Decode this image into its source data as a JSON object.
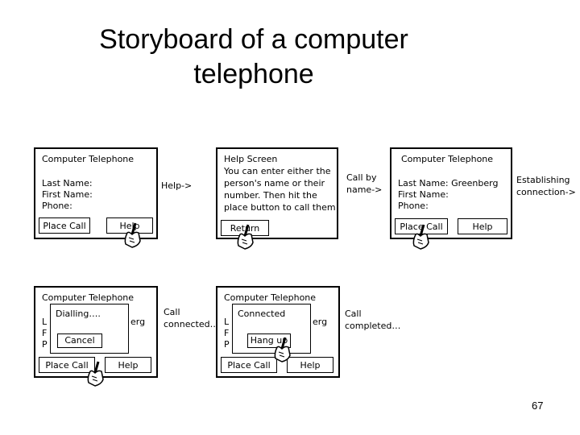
{
  "title_line1": "Storyboard of a computer",
  "title_line2": "telephone",
  "screen1": {
    "title": "Computer Telephone",
    "last_name": "Last Name:",
    "first_name": "First Name:",
    "phone": "Phone:",
    "place_call": "Place Call",
    "help": "Help"
  },
  "arrow1": "Help->",
  "screen2": {
    "title": "Help Screen",
    "line1": "You can enter either the",
    "line2": "person's name or their",
    "line3": "number. Then hit the",
    "line4": "place button to call them",
    "return": "Return"
  },
  "arrow2_line1": "Call by",
  "arrow2_line2": "name->",
  "screen3": {
    "title": "Computer Telephone",
    "last_name": "Last Name: Greenberg",
    "first_name": "First Name:",
    "phone": "Phone:",
    "place_call": "Place Call",
    "help": "Help"
  },
  "arrow3_line1": "Establishing",
  "arrow3_line2": "connection->",
  "screen4": {
    "title": "Computer Telephone",
    "peek_l": "L",
    "peek_f": "F",
    "peek_p": "P",
    "peek_erg": "erg",
    "popup_text": "Dialling….",
    "popup_button": "Cancel",
    "place_call": "Place Call",
    "help": "Help"
  },
  "arrow4_line1": "Call",
  "arrow4_line2": "connected…",
  "screen5": {
    "title": "Computer Telephone",
    "peek_l": "L",
    "peek_f": "F",
    "peek_p": "P",
    "peek_erg": "erg",
    "popup_text": "Connected",
    "popup_button": "Hang up",
    "place_call": "Place Call",
    "help": "Help"
  },
  "arrow5_line1": "Call",
  "arrow5_line2": "completed…",
  "page_number": "67"
}
